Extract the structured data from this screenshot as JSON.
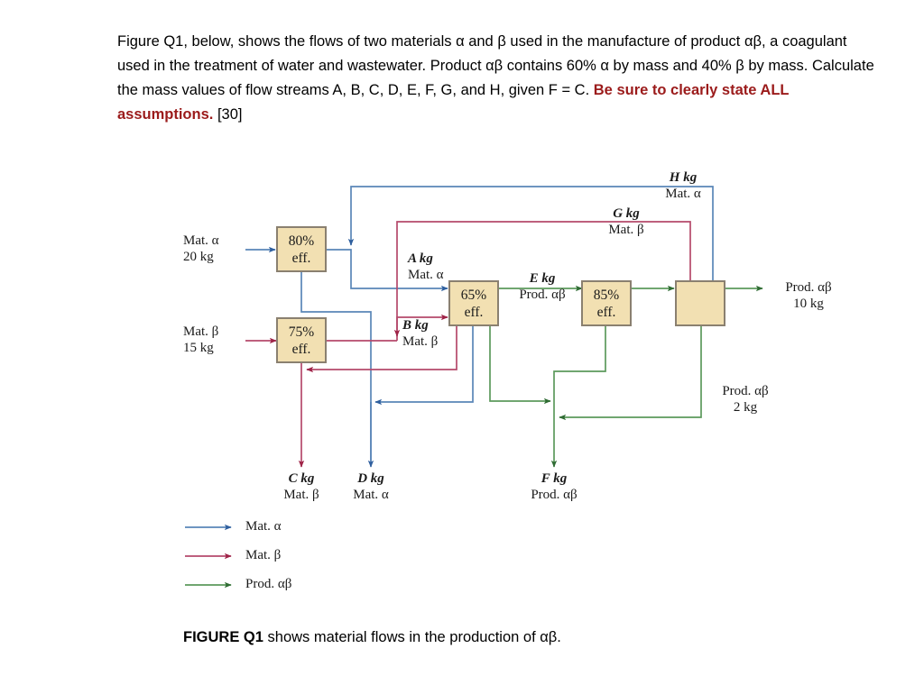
{
  "question": {
    "line1": "Figure Q1, below, shows the flows of two materials α and β used in the manufacture of product",
    "line2": "αβ, a coagulant used in the treatment of water and wastewater. Product αβ contains 60% α",
    "line3": "by mass and 40% β by mass. Calculate the mass values of flow streams A, B, C, D, E, F, G,",
    "line4_prefix": "and H, given F = C. ",
    "line4_emphasis": "Be sure to clearly state ALL assumptions.",
    "line4_marks": "[30]",
    "emphasis_color": "#9b1b1b"
  },
  "caption": {
    "bold": "FIGURE Q1",
    "rest": " shows material flows in the production of αβ."
  },
  "colors": {
    "mat_alpha": "#5a86b8",
    "mat_beta": "#b5496b",
    "prod_alphabeta": "#5c9a5c",
    "box_fill": "#f2e0b2",
    "box_stroke": "#8a8070"
  },
  "diagram": {
    "boxes": [
      {
        "id": "unit-80",
        "line1": "80%",
        "line2": "eff."
      },
      {
        "id": "unit-75",
        "line1": "75%",
        "line2": "eff."
      },
      {
        "id": "unit-65",
        "line1": "65%",
        "line2": "eff."
      },
      {
        "id": "unit-85",
        "line1": "85%",
        "line2": "eff."
      },
      {
        "id": "unit-mixer",
        "line1": "",
        "line2": ""
      }
    ],
    "inputs": [
      {
        "id": "feed-alpha",
        "line1": "Mat. α",
        "line2": "20 kg"
      },
      {
        "id": "feed-beta",
        "line1": "Mat. β",
        "line2": "15 kg"
      }
    ],
    "streams": [
      {
        "id": "A",
        "label": "A kg",
        "material": "Mat. α"
      },
      {
        "id": "B",
        "label": "B kg",
        "material": "Mat. β"
      },
      {
        "id": "C",
        "label": "C kg",
        "material": "Mat. β"
      },
      {
        "id": "D",
        "label": "D kg",
        "material": "Mat. α"
      },
      {
        "id": "E",
        "label": "E kg",
        "material": "Prod. αβ"
      },
      {
        "id": "F",
        "label": "F kg",
        "material": "Prod. αβ"
      },
      {
        "id": "G",
        "label": "G kg",
        "material": "Mat. β"
      },
      {
        "id": "H",
        "label": "H kg",
        "material": "Mat. α"
      }
    ],
    "outputs": [
      {
        "id": "product-main",
        "line1": "Prod. αβ",
        "line2": "10 kg"
      },
      {
        "id": "product-recycle",
        "line1": "Prod. αβ",
        "line2": "2 kg"
      }
    ],
    "legend": [
      {
        "id": "legend-mat-alpha",
        "label": "Mat. α",
        "color": "#5a86b8"
      },
      {
        "id": "legend-mat-beta",
        "label": "Mat. β",
        "color": "#b5496b"
      },
      {
        "id": "legend-prod",
        "label": "Prod. αβ",
        "color": "#5c9a5c"
      }
    ]
  }
}
